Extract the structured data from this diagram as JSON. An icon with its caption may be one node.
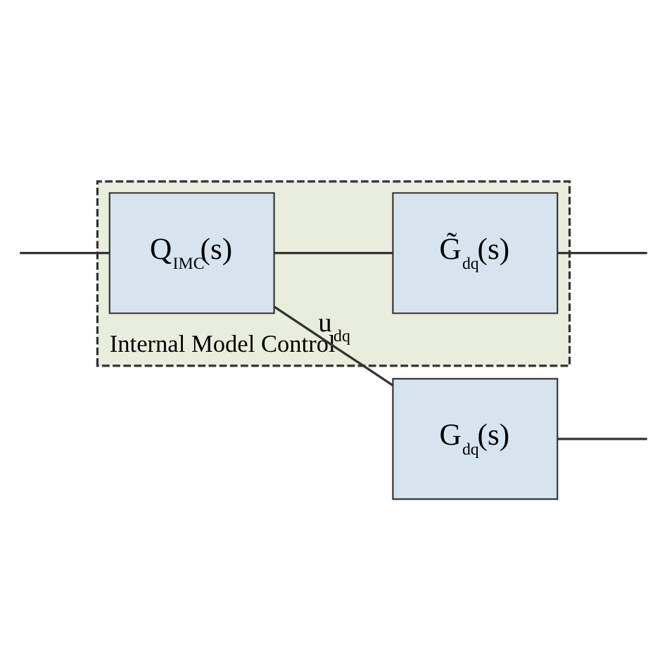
{
  "diagram": {
    "nodes": [
      {
        "text": [
          "Internal Model Control"
        ]
      },
      {
        "text": [
          "Q$_{IMC}$(s)"
        ],
        "in": 0
      },
      {
        "text": [
          "G$_{dq}$(s)"
        ]
      },
      {
        "text": [
          "G̃$_{dq}$(s)"
        ],
        "in": 0
      }
    ],
    "edges": [
      {
        "from": null,
        "to": 1,
        "arrow": "none"
      },
      {
        "from": 1,
        "to": 2,
        "arrow": "none",
        "label": "u$_{dq}$"
      },
      {
        "from": 1,
        "to": 3,
        "arrow": "none"
      },
      {
        "from": 2,
        "to": null,
        "arrow": "none"
      },
      {
        "from": 3,
        "to": null,
        "arrow": "none"
      }
    ]
  }
}
